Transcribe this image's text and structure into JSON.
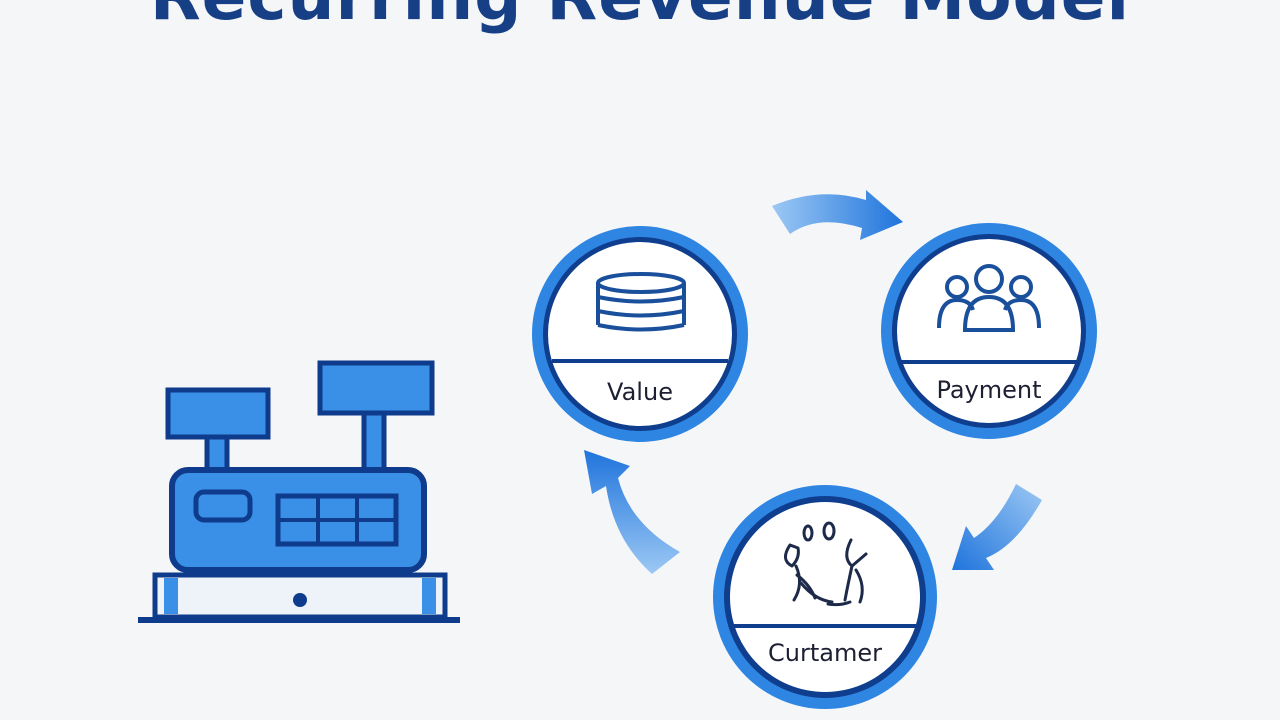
{
  "title": "Recurring Revenue Model",
  "cycle": {
    "nodes": [
      {
        "label": "Value",
        "icon": "database-icon"
      },
      {
        "label": "Payment",
        "icon": "people-group-icon"
      },
      {
        "label": "Curtamer",
        "icon": "hand-drawn-figures-icon"
      }
    ]
  },
  "colors": {
    "title": "#163f86",
    "ring_light": "#2f86e2",
    "ring_dark": "#0f3e8e",
    "icon": "#1a4f9c",
    "arrow": "#2a7ee0",
    "register_fill": "#3a8fe6",
    "register_stroke": "#0e3b8c"
  }
}
